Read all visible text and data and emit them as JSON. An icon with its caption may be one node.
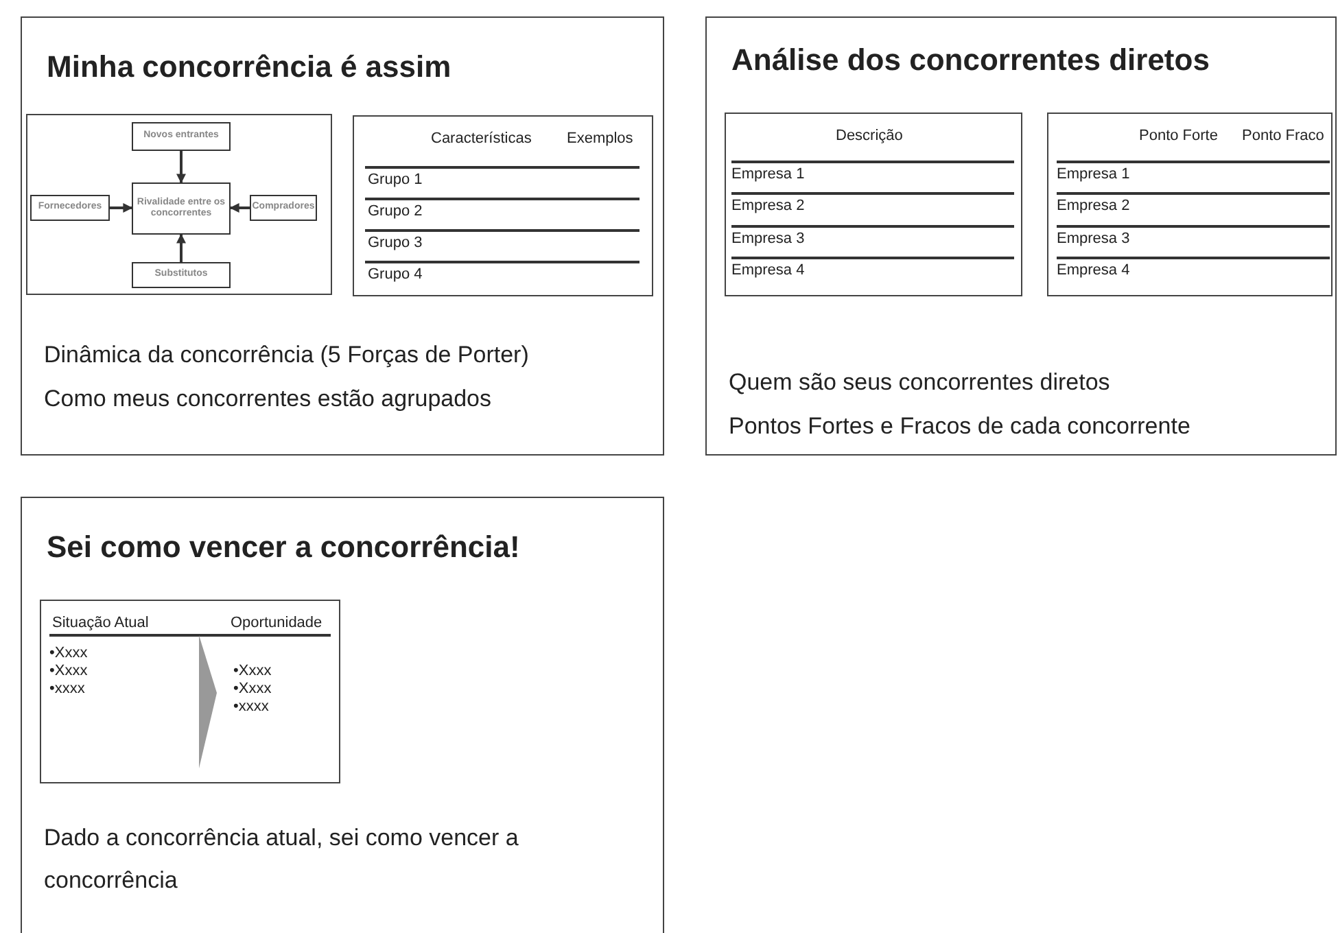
{
  "diagram": {
    "nodes": [
      {
        "text": [
          "Minha concorrência é assim",
          "Dinâmica da concorrência (5 Forças de Porter)",
          "Como meus concorrentes estão agrupados"
        ]
      },
      {
        "text": [],
        "shape": "box",
        "in": 0
      },
      {
        "text": [
          "Novos entrantes"
        ],
        "in": 1
      },
      {
        "text": [
          "Fornecedores"
        ],
        "in": 1
      },
      {
        "text": [
          "Rivalidade entre os concorrentes"
        ],
        "in": 1
      },
      {
        "text": [
          "Compradores"
        ],
        "in": 1
      },
      {
        "text": [
          "Substitutos"
        ],
        "in": 1
      },
      {
        "text": [],
        "shape": "box",
        "in": 0
      },
      {
        "text": [
          "Análise dos concorrentes diretos",
          "Quem são seus concorrentes diretos",
          "Pontos Fortes e Fracos de cada concorrente"
        ]
      },
      {
        "text": [],
        "shape": "box",
        "in": 8
      },
      {
        "text": [],
        "shape": "box",
        "in": 8
      },
      {
        "text": [
          "Sei como vencer a concorrência!",
          "Dado a concorrência atual, sei como vencer a concorrência"
        ]
      },
      {
        "text": [],
        "shape": "box",
        "in": 11
      }
    ],
    "edges": [
      {
        "from": 2,
        "to": 4,
        "arrow": "to"
      },
      {
        "from": 3,
        "to": 4,
        "arrow": "to"
      },
      {
        "from": 5,
        "to": 4,
        "arrow": "to"
      },
      {
        "from": 6,
        "to": 4,
        "arrow": "to"
      }
    ],
    "labels": [
      "Características",
      "Exemplos",
      "Grupo 1",
      "Grupo 2",
      "Grupo 3",
      "Grupo 4",
      "Descrição",
      "Empresa 1",
      "Empresa 2",
      "Empresa 3",
      "Empresa 4",
      "Ponto Forte",
      "Ponto Fraco",
      "Empresa 1",
      "Empresa 2",
      "Empresa 3",
      "Empresa 4",
      "Situação Atual",
      "Oportunidade",
      "•Xxxx",
      "•Xxxx",
      "•xxxx",
      "•Xxxx",
      "•Xxxx",
      "•xxxx"
    ]
  }
}
